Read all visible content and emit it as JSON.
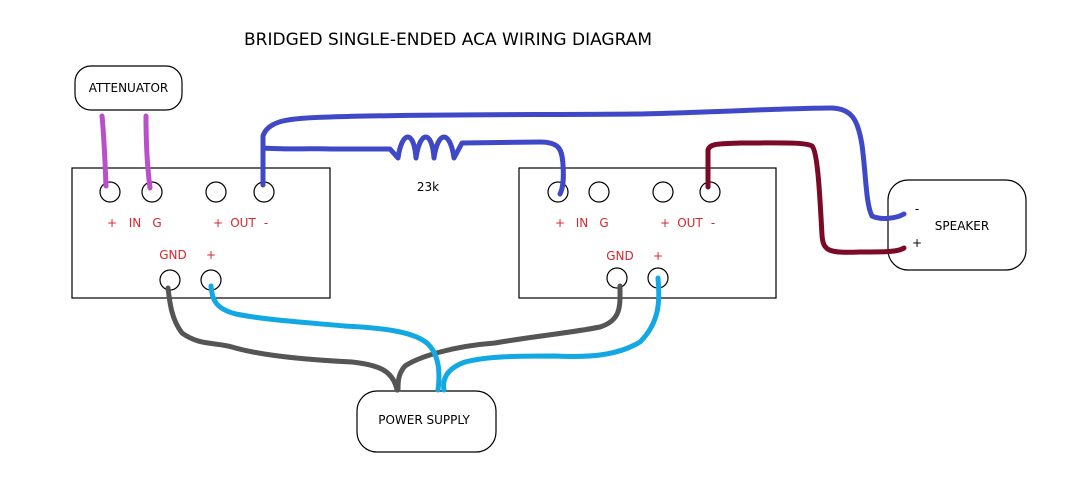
{
  "title": "BRIDGED SINGLE-ENDED ACA WIRING DIAGRAM",
  "attenuator": {
    "label": "ATTENUATOR"
  },
  "amp_left": {
    "in_plus": "+",
    "in_label": "IN",
    "in_g": "G",
    "out_plus": "+",
    "out_label": "OUT",
    "out_minus": "-",
    "gnd": "GND",
    "pwr_plus": "+"
  },
  "amp_right": {
    "in_plus": "+",
    "in_label": "IN",
    "in_g": "G",
    "out_plus": "+",
    "out_label": "OUT",
    "out_minus": "-",
    "gnd": "GND",
    "pwr_plus": "+"
  },
  "resistor": {
    "label": "23k"
  },
  "speaker": {
    "label": "SPEAKER",
    "minus": "-",
    "plus": "+"
  },
  "power_supply": {
    "label": "POWER SUPPLY"
  },
  "colors": {
    "purple_wire": "#b94fc9",
    "blue_wire": "#3f49c8",
    "darkred_wire": "#7a0a25",
    "gray_wire": "#555555",
    "cyan_wire": "#12a8e3",
    "terminal_label": "#d9262c",
    "outline": "#000000"
  }
}
